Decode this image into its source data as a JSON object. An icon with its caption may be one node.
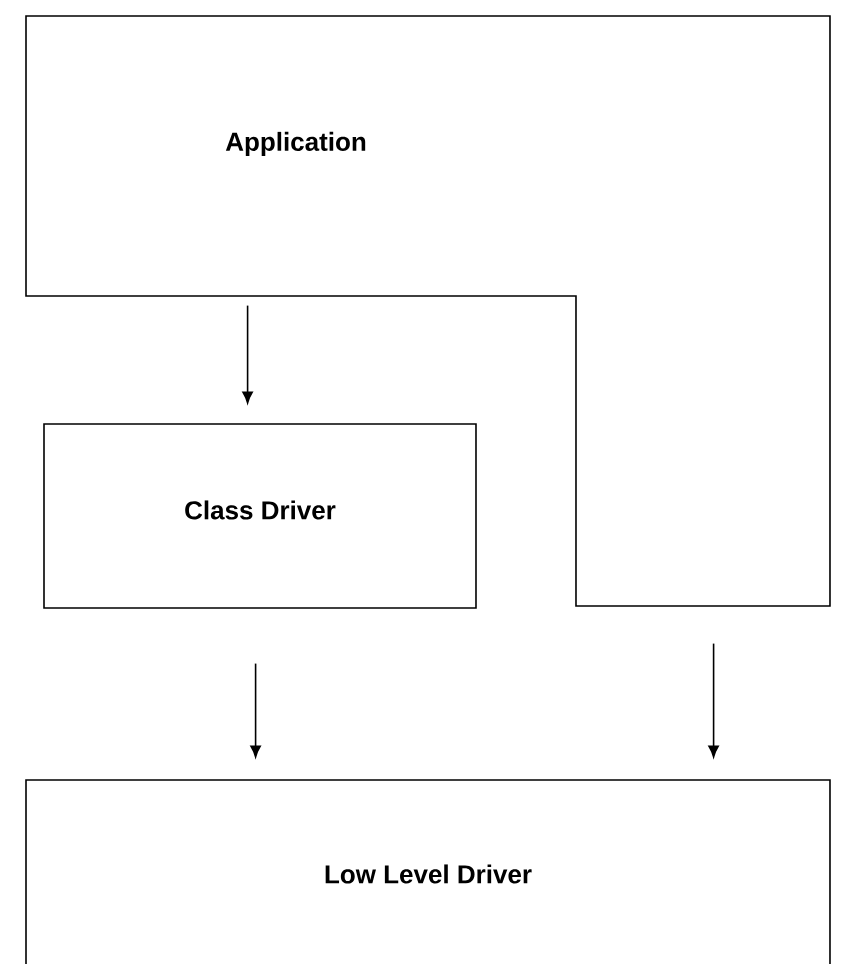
{
  "diagram": {
    "nodes": [
      {
        "text": [
          "Application"
        ]
      },
      {
        "text": [
          "Class Driver"
        ]
      },
      {
        "text": [
          "Low Level Driver"
        ]
      }
    ],
    "edges": [
      {
        "from": 0,
        "to": 1,
        "arrow": "to"
      },
      {
        "from": 1,
        "to": 2,
        "arrow": "to"
      },
      {
        "from": 0,
        "to": 2,
        "arrow": "to"
      }
    ]
  }
}
